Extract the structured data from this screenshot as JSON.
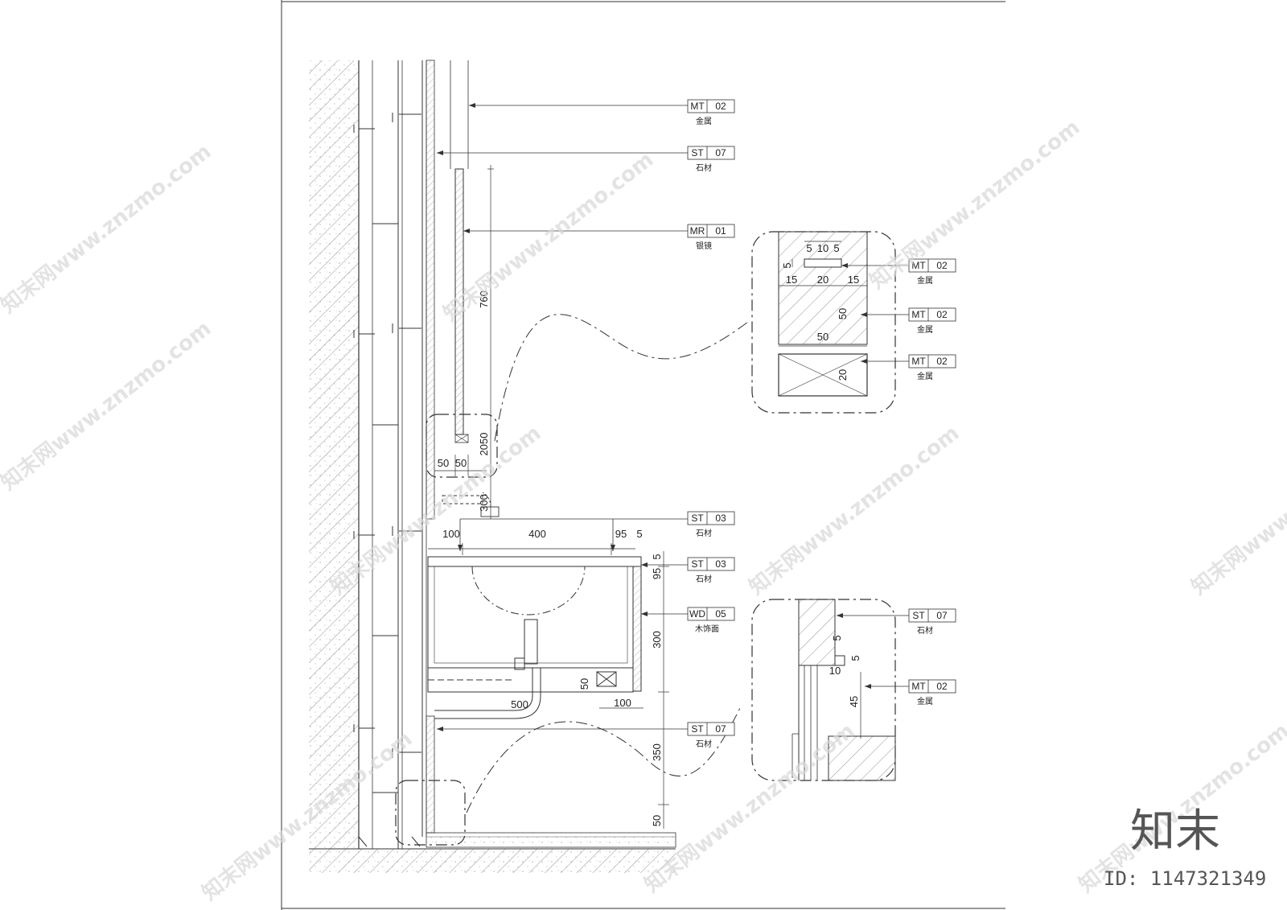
{
  "material_tags": [
    {
      "code": "MT",
      "num": "02",
      "name": "金属"
    },
    {
      "code": "ST",
      "num": "07",
      "name": "石材"
    },
    {
      "code": "MR",
      "num": "01",
      "name": "银镜"
    },
    {
      "code": "ST",
      "num": "03",
      "name": "石材"
    },
    {
      "code": "ST",
      "num": "03",
      "name": "石材"
    },
    {
      "code": "WD",
      "num": "05",
      "name": "木饰面"
    },
    {
      "code": "ST",
      "num": "07",
      "name": "石材"
    },
    {
      "code": "MT",
      "num": "02",
      "name": "金属"
    },
    {
      "code": "MT",
      "num": "02",
      "name": "金属"
    },
    {
      "code": "MT",
      "num": "02",
      "name": "金属"
    },
    {
      "code": "ST",
      "num": "07",
      "name": "石材"
    },
    {
      "code": "MT",
      "num": "02",
      "name": "金属"
    }
  ],
  "dimensions": {
    "mirror_height": "760",
    "mirror_bottom": "2050",
    "mirror_w1": "50",
    "mirror_w2": "50",
    "faucet_offset": "300",
    "counter_left": "100",
    "counter_bowl": "400",
    "counter_edge": "95",
    "counter_gap": "5",
    "top_5": "5",
    "top_95": "95",
    "cabinet_300": "300",
    "leg_350": "350",
    "base_50": "50",
    "drain_50": "50",
    "drain_100": "100",
    "drain_500": "500",
    "d1_5a": "5",
    "d1_10": "10",
    "d1_5b": "5",
    "d1_5v": "5",
    "d1_15a": "15",
    "d1_20": "20",
    "d1_15b": "15",
    "d1_50v": "50",
    "d1_50h": "50",
    "d1_20v": "20",
    "d2_5a": "5",
    "d2_5b": "5",
    "d2_10": "10",
    "d2_45": "45"
  },
  "watermark": {
    "text": "知末网www.znzmo.com",
    "brand": "知末",
    "id": "ID: 1147321349"
  }
}
